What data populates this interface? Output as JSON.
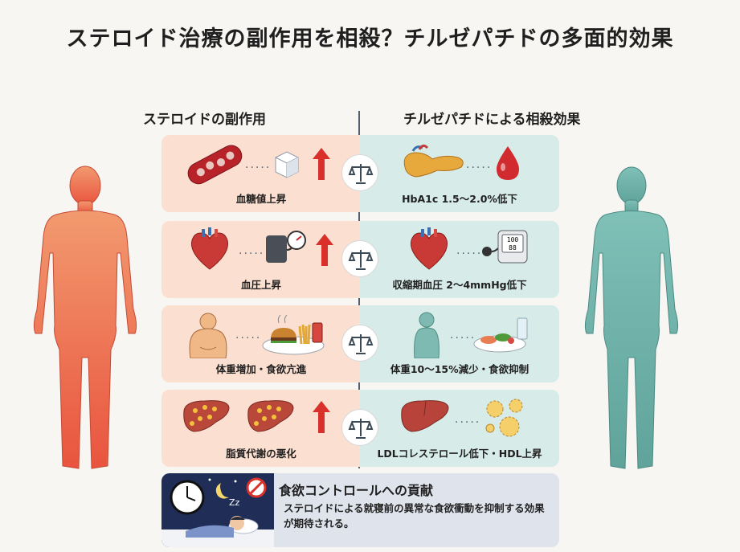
{
  "title": "ステロイド治療の副作用を相殺？チルゼパチドの多面的効果",
  "left_heading": "ステロイドの副作用",
  "right_heading": "チルゼパチドによる相殺効果",
  "rows": [
    {
      "left_caption": "血糖値上昇",
      "right_caption": "HbA1c 1.5〜2.0%低下"
    },
    {
      "left_caption": "血圧上昇",
      "right_caption": "収縮期血圧 2〜4mmHg低下",
      "monitor_top": "100",
      "monitor_bottom": "88"
    },
    {
      "left_caption": "体重増加・食欲亢進",
      "right_caption": "体重10〜15%減少・食欲抑制"
    },
    {
      "left_caption": "脂質代謝の悪化",
      "right_caption": "LDLコレステロール低下・HDL上昇"
    }
  ],
  "bottom": {
    "title": "食欲コントロールへの貢献",
    "body": "ステロイドによる就寝前の異常な食欲衝動を抑制する効果が期待される。",
    "sleep_text": "Zz"
  },
  "colors": {
    "steroid_side": "#fbe0d2",
    "tirzepatide_side": "#d7ebe8",
    "arrow_red": "#d9302a",
    "left_body": "#ee7a5a",
    "right_body": "#6fb3ab"
  }
}
